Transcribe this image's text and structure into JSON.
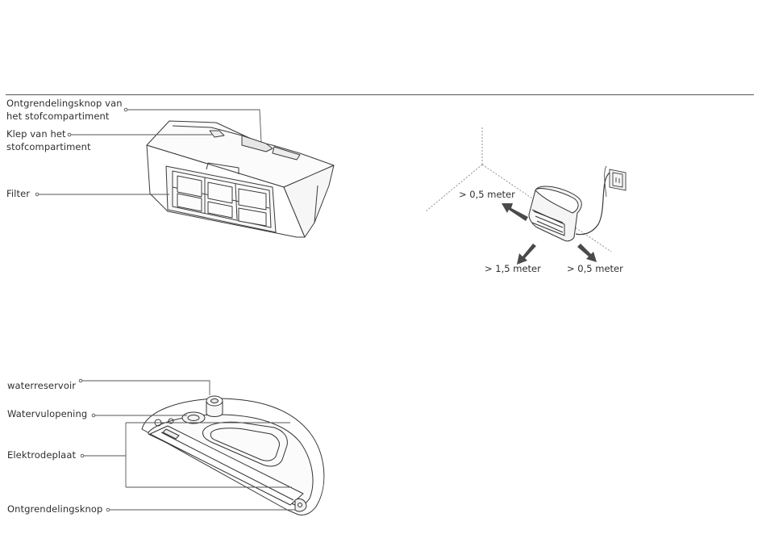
{
  "dust_bin": {
    "labels": {
      "release_button": "Ontgrendelingsknop van het stofcompartiment",
      "flap": "Klep van het stofcompartiment",
      "filter": "Filter"
    }
  },
  "water_tank": {
    "labels": {
      "reservoir": "waterreservoir",
      "fill_opening": "Watervulopening",
      "electrode_plate": "Elektrodeplaat",
      "release_button": "Ontgrendelingsknop"
    }
  },
  "dock_placement": {
    "left_clearance": "> 0,5 meter",
    "front_clearance": "> 1,5 meter",
    "right_clearance": "> 0,5 meter"
  }
}
